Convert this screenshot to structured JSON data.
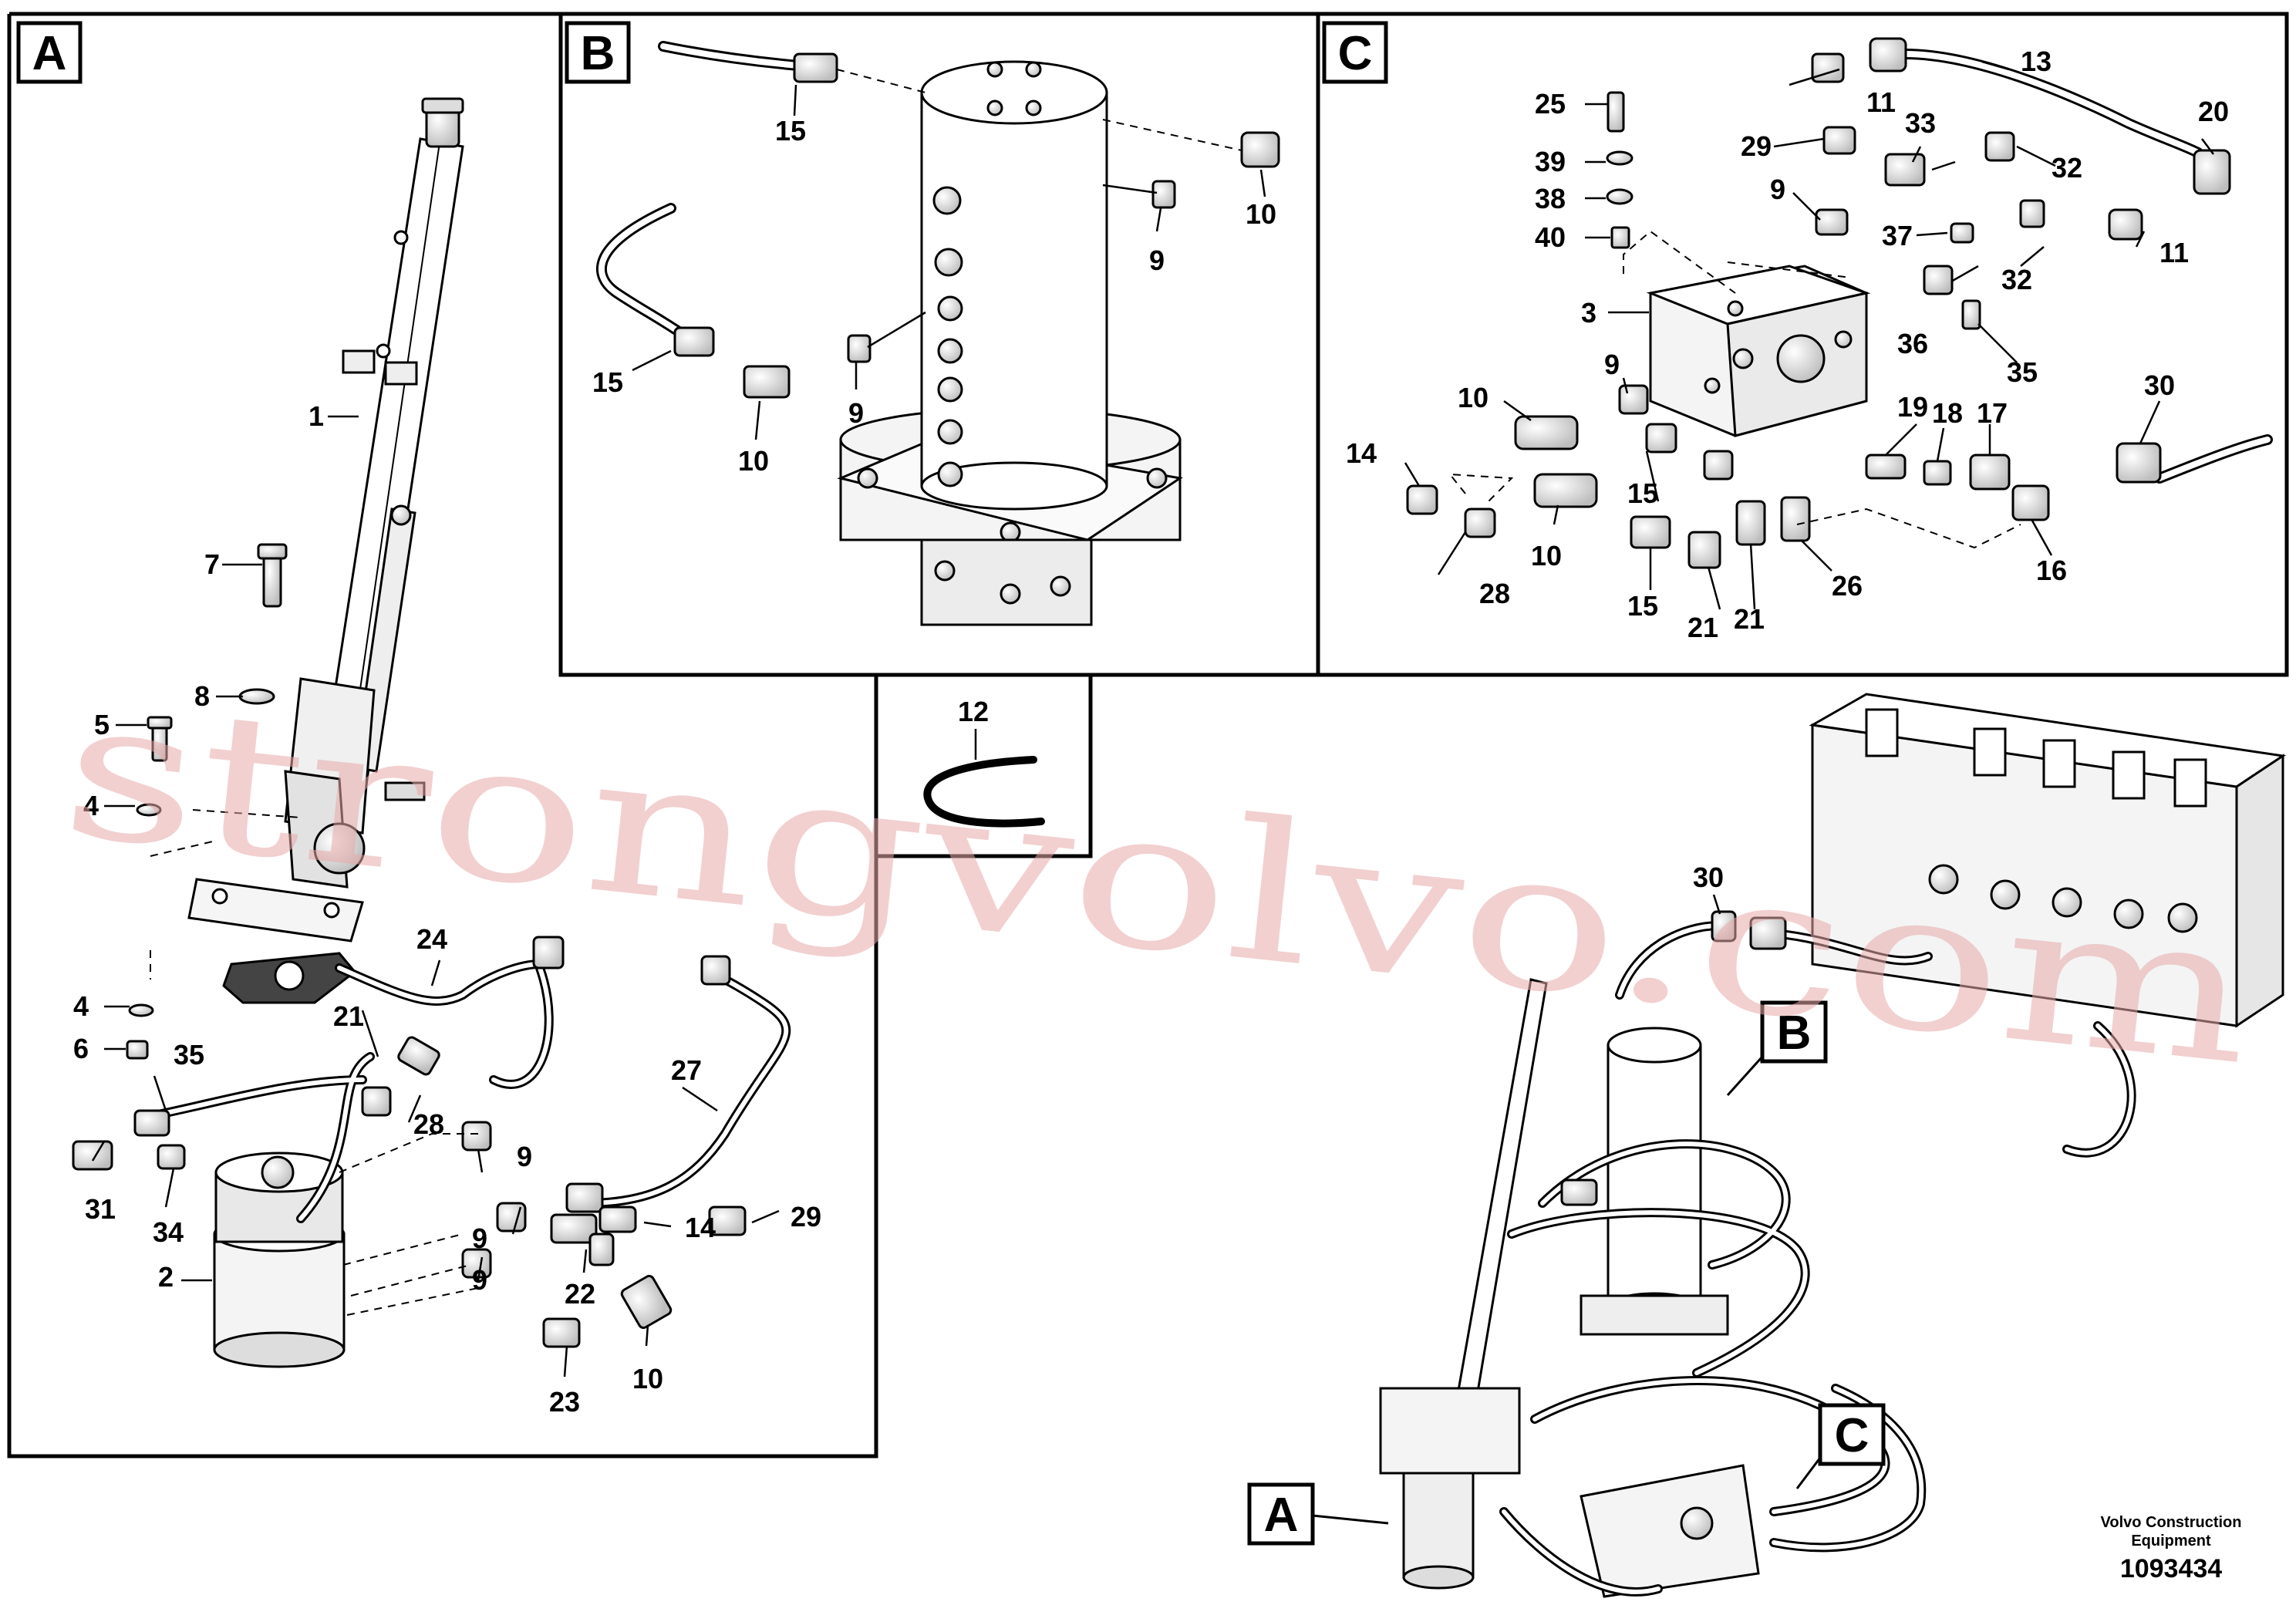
{
  "panels": {
    "A": {
      "tag": "A"
    },
    "B": {
      "tag": "B"
    },
    "C": {
      "tag": "C"
    },
    "D": {
      "tag": ""
    }
  },
  "overview_tags": {
    "A": "A",
    "B": "B",
    "C": "C"
  },
  "callouts": {
    "a1": "1",
    "a2": "2",
    "a4a": "4",
    "a4b": "4",
    "a5": "5",
    "a6": "6",
    "a7": "7",
    "a8": "8",
    "a9a": "9",
    "a9b": "9",
    "a9c": "9",
    "a10": "10",
    "a14": "14",
    "a21": "21",
    "a22": "22",
    "a23": "23",
    "a24": "24",
    "a27": "27",
    "a28": "28",
    "a29": "29",
    "a31": "31",
    "a34": "34",
    "a35": "35",
    "b15a": "15",
    "b15b": "15",
    "b10a": "10",
    "b10b": "10",
    "b9a": "9",
    "b9b": "9",
    "c25": "25",
    "c39": "39",
    "c38": "38",
    "c40": "40",
    "c3": "3",
    "c11a": "11",
    "c11b": "11",
    "c13": "13",
    "c20": "20",
    "c29": "29",
    "c33": "33",
    "c32a": "32",
    "c32b": "32",
    "c9a": "9",
    "c9b": "9",
    "c37": "37",
    "c36": "36",
    "c35": "35",
    "c10a": "10",
    "c10b": "10",
    "c14": "14",
    "c28": "28",
    "c15a": "15",
    "c15b": "15",
    "c21a": "21",
    "c21b": "21",
    "c26": "26",
    "c19": "19",
    "c18": "18",
    "c17": "17",
    "c16": "16",
    "c30": "30",
    "d12": "12",
    "o30": "30"
  },
  "footer": {
    "company_line1": "Volvo Construction",
    "company_line2": "Equipment",
    "drawing_number": "1093434"
  },
  "watermark": "strongvolvo.com",
  "colors": {
    "line": "#000000",
    "watermark": "#e8aaaa"
  }
}
